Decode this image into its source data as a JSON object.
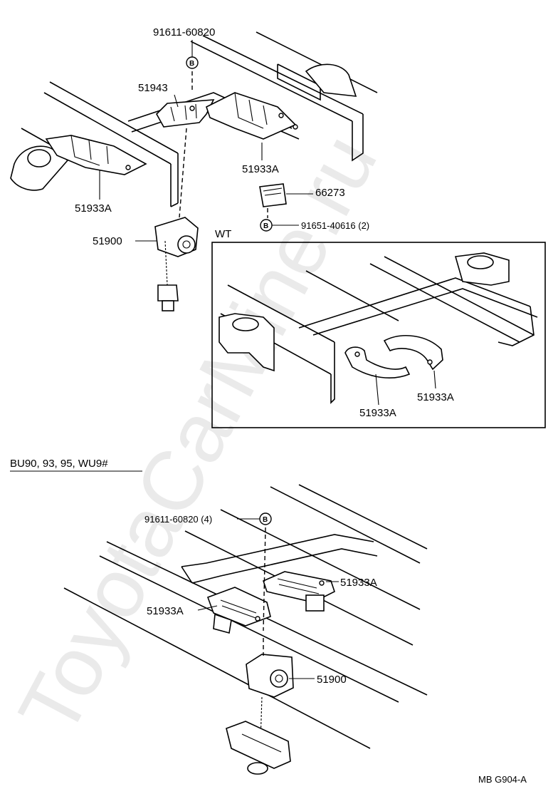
{
  "top": {
    "bolt_top_part": "91611-60820",
    "bolt_marker": "B",
    "bracket_center": "51943",
    "bracket_right": "51933A",
    "bracket_left": "51933A",
    "clip_part": "66273",
    "bolt_lower_part": "91651-40616 (2)",
    "carrier_part": "51900"
  },
  "wt_inset": {
    "title": "WT",
    "bracket_left": "51933A",
    "bracket_right": "51933A"
  },
  "bottom": {
    "section_title": "BU90, 93, 95, WU9#",
    "bolt_part": "91611-60820 (4)",
    "bolt_marker": "B",
    "bracket_right": "51933A",
    "bracket_left": "51933A",
    "carrier_part": "51900"
  },
  "footer": {
    "figure_code": "MB G904-A"
  },
  "watermark": "ToyotaCarMine.ru"
}
